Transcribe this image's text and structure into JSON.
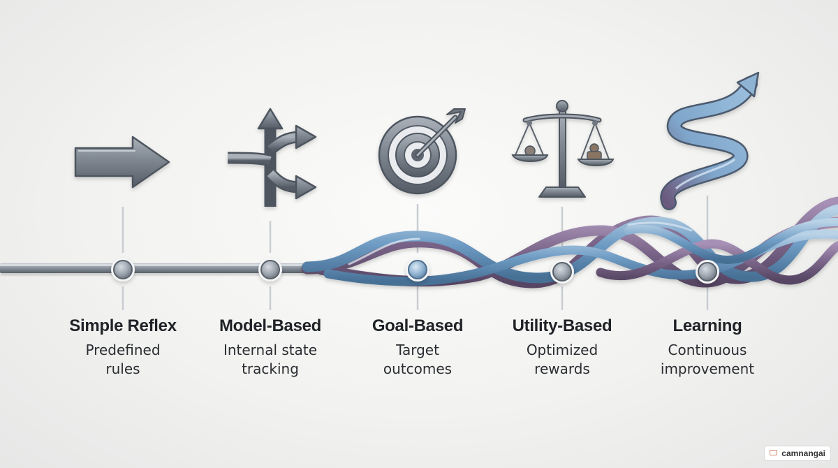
{
  "stages": [
    {
      "title": "Simple Reflex",
      "description": "Predefined rules",
      "icon": "right-arrow-icon"
    },
    {
      "title": "Model-Based",
      "description": "Internal state tracking",
      "icon": "branching-arrows-icon"
    },
    {
      "title": "Goal-Based",
      "description": "Target outcomes",
      "icon": "target-dart-icon"
    },
    {
      "title": "Utility-Based",
      "description": "Optimized rewards",
      "icon": "balance-scale-icon"
    },
    {
      "title": "Learning",
      "description": "Continuous improvement",
      "icon": "spiral-up-arrow-icon"
    }
  ],
  "watermark": {
    "text": "camnangai"
  },
  "colors": {
    "steel": "#7e868f",
    "steel_dark": "#4f5660",
    "blue": "#6c97bd",
    "purple": "#7a6589",
    "text": "#1f2226"
  }
}
